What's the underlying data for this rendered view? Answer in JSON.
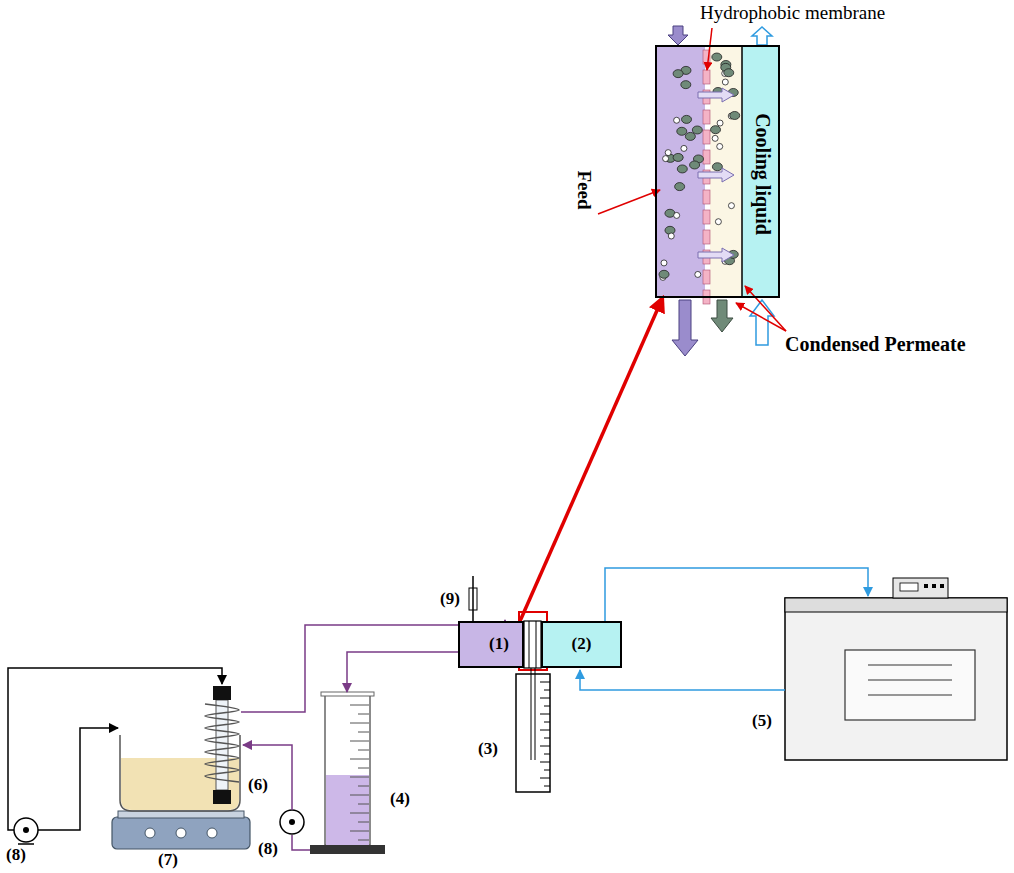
{
  "diagram": {
    "nodes": [
      {
        "text": [
          "(1)"
        ]
      },
      {
        "text": [
          "(2)"
        ]
      },
      {
        "text": [
          "Cooling liquid"
        ]
      }
    ],
    "edges": [
      {
        "from": 0,
        "to": 2,
        "arrow": "to"
      }
    ],
    "labels": [
      "Hydrophobic membrane",
      "Feed",
      "Condensed Permeate",
      "(9)",
      "(3)",
      "(4)",
      "(5)",
      "(6)",
      "(7)",
      "(8)",
      "(8)"
    ]
  }
}
